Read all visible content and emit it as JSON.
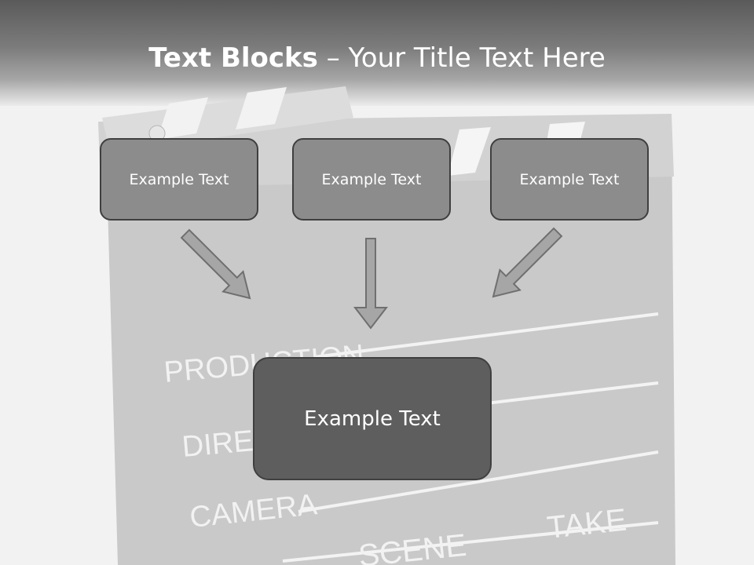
{
  "slide": {
    "title_bold": "Text Blocks",
    "title_dash": " – ",
    "title_rest": "Your Title Text Here"
  },
  "clapperboard": {
    "labels": [
      "PRODUCTION",
      "DIREC",
      "CAMERA",
      "SCENE",
      "TAKE"
    ]
  },
  "boxes": {
    "left": "Example Text",
    "middle": "Example Text",
    "right": "Example Text",
    "center": "Example Text"
  }
}
